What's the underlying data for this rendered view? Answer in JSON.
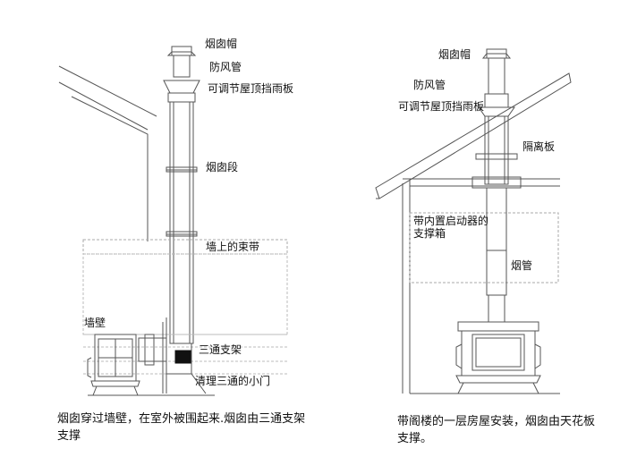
{
  "left_figure": {
    "labels": {
      "chimney_cap": "烟囱帽",
      "storm_collar": "防风管",
      "adjustable_roof_flashing": "可调节屋顶挡雨板",
      "chimney_section": "烟囱段",
      "wall_band": "墙上的束带",
      "wall": "墙壁",
      "tee_support": "三通支架",
      "tee_cleanout_door": "清理三通的小门"
    },
    "caption": "烟囱穿过墙壁，在室外被围起来.烟囱由三通支架支撑"
  },
  "right_figure": {
    "labels": {
      "chimney_cap": "烟囱帽",
      "storm_collar": "防风管",
      "adjustable_roof_flashing": "可调节屋顶挡雨板",
      "firestop_spacer": "隔离板",
      "support_box": "带内置启动器的支撑箱",
      "stovepipe": "烟管"
    },
    "caption": "带阁楼的一层房屋安装，烟囱由天花板支撑。"
  },
  "colors": {
    "line": "#333333",
    "light_line": "#9a9a9a",
    "fill_dark": "#111111"
  }
}
